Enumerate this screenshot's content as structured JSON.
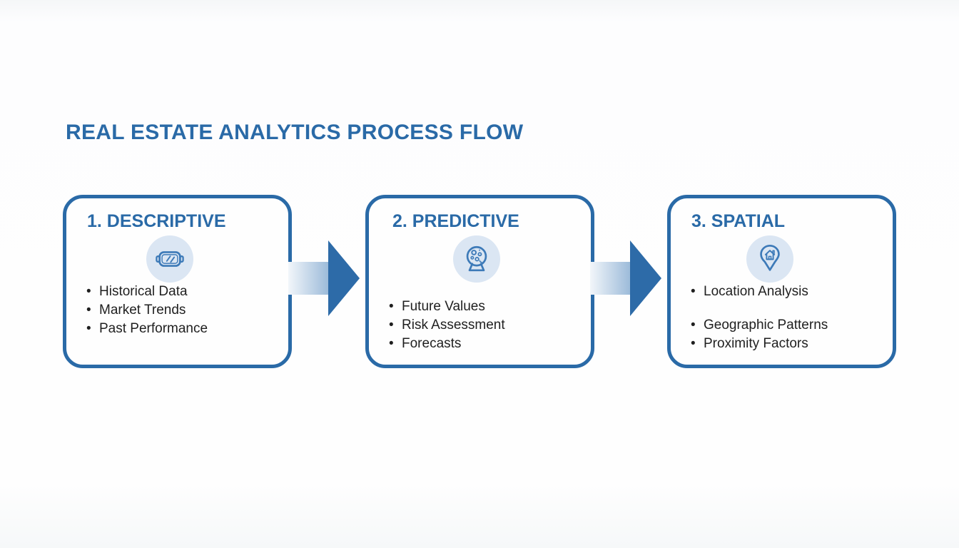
{
  "title": "REAL ESTATE ANALYTICS PROCESS FLOW",
  "bullet_char": "•",
  "colors": {
    "accent_blue": "#2a6aa7",
    "arrow_solid_blue": "#2d6ba8",
    "arrow_gradient_start": "#f2f6fa",
    "arrow_gradient_end": "#9bbad9",
    "icon_stroke_blue": "#3d7ab8",
    "icon_circle_background": "#dbe6f3",
    "body_text": "#1f1f1f",
    "background": "#fdfdfe"
  },
  "stages": [
    {
      "heading": "1. DESCRIPTIVE",
      "icon": "rearview-mirror-icon",
      "bullets": [
        "Historical Data",
        "Market Trends",
        "Past Performance"
      ]
    },
    {
      "heading": "2. PREDICTIVE",
      "icon": "crystal-ball-icon",
      "bullets": [
        "Future Values",
        "Risk Assessment",
        "Forecasts"
      ]
    },
    {
      "heading": "3. SPATIAL",
      "icon": "location-pin-house-icon",
      "bullets": [
        "Location Analysis",
        "Geographic Patterns",
        "Proximity Factors"
      ]
    }
  ]
}
